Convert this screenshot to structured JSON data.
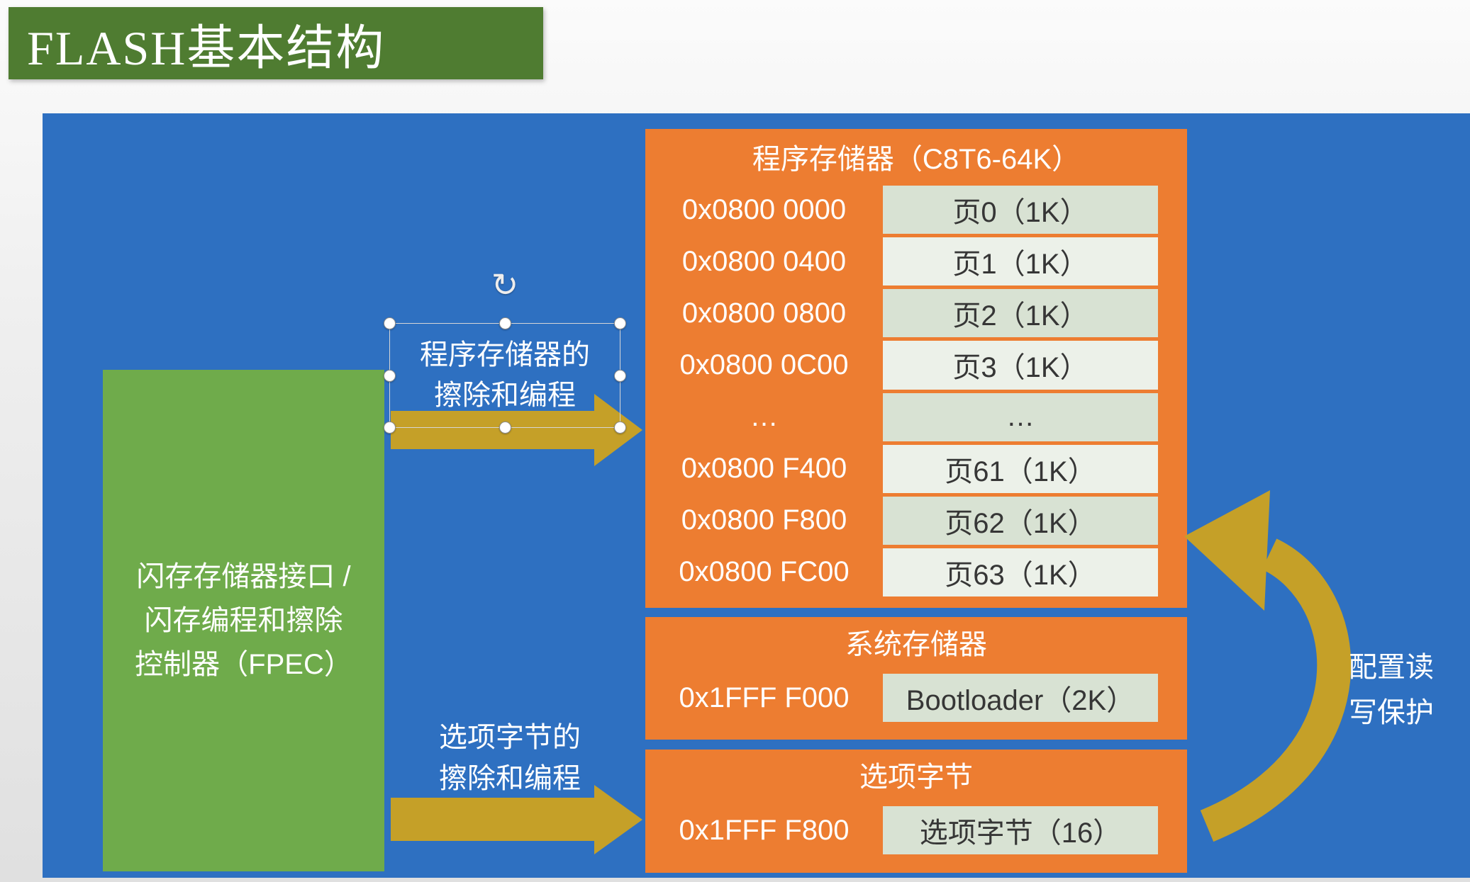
{
  "banner": {
    "title": "FLASH基本结构"
  },
  "icons": {
    "rotate": "↻"
  },
  "colors": {
    "canvas_blue": "#2e70c1",
    "box_orange": "#ed7d31",
    "fpec_green": "#6fab4b",
    "banner_green": "#4f7c31",
    "arrow_gold": "#c5a028",
    "cell_light": "#ecf1e9",
    "cell_dark": "#d8e2d3"
  },
  "fpec": {
    "lines": [
      "闪存存储器接口 /",
      "闪存编程和擦除",
      "控制器（FPEC）"
    ]
  },
  "labels": {
    "program_erase": [
      "程序存储器的",
      "擦除和编程"
    ],
    "option_erase": [
      "选项字节的",
      "擦除和编程"
    ],
    "rw_protect": [
      "配置读",
      "写保护"
    ]
  },
  "program_memory": {
    "title": "程序存储器（C8T6-64K）",
    "rows": [
      {
        "address": "0x0800 0000",
        "page": "页0（1K）"
      },
      {
        "address": "0x0800 0400",
        "page": "页1（1K）"
      },
      {
        "address": "0x0800 0800",
        "page": "页2（1K）"
      },
      {
        "address": "0x0800 0C00",
        "page": "页3（1K）"
      },
      {
        "address": "…",
        "page": "…"
      },
      {
        "address": "0x0800 F400",
        "page": "页61（1K）"
      },
      {
        "address": "0x0800 F800",
        "page": "页62（1K）"
      },
      {
        "address": "0x0800 FC00",
        "page": "页63（1K）"
      }
    ]
  },
  "system_memory": {
    "title": "系统存储器",
    "address": "0x1FFF F000",
    "cell": "Bootloader（2K）"
  },
  "option_bytes": {
    "title": "选项字节",
    "address": "0x1FFF F800",
    "cell": "选项字节（16）"
  }
}
